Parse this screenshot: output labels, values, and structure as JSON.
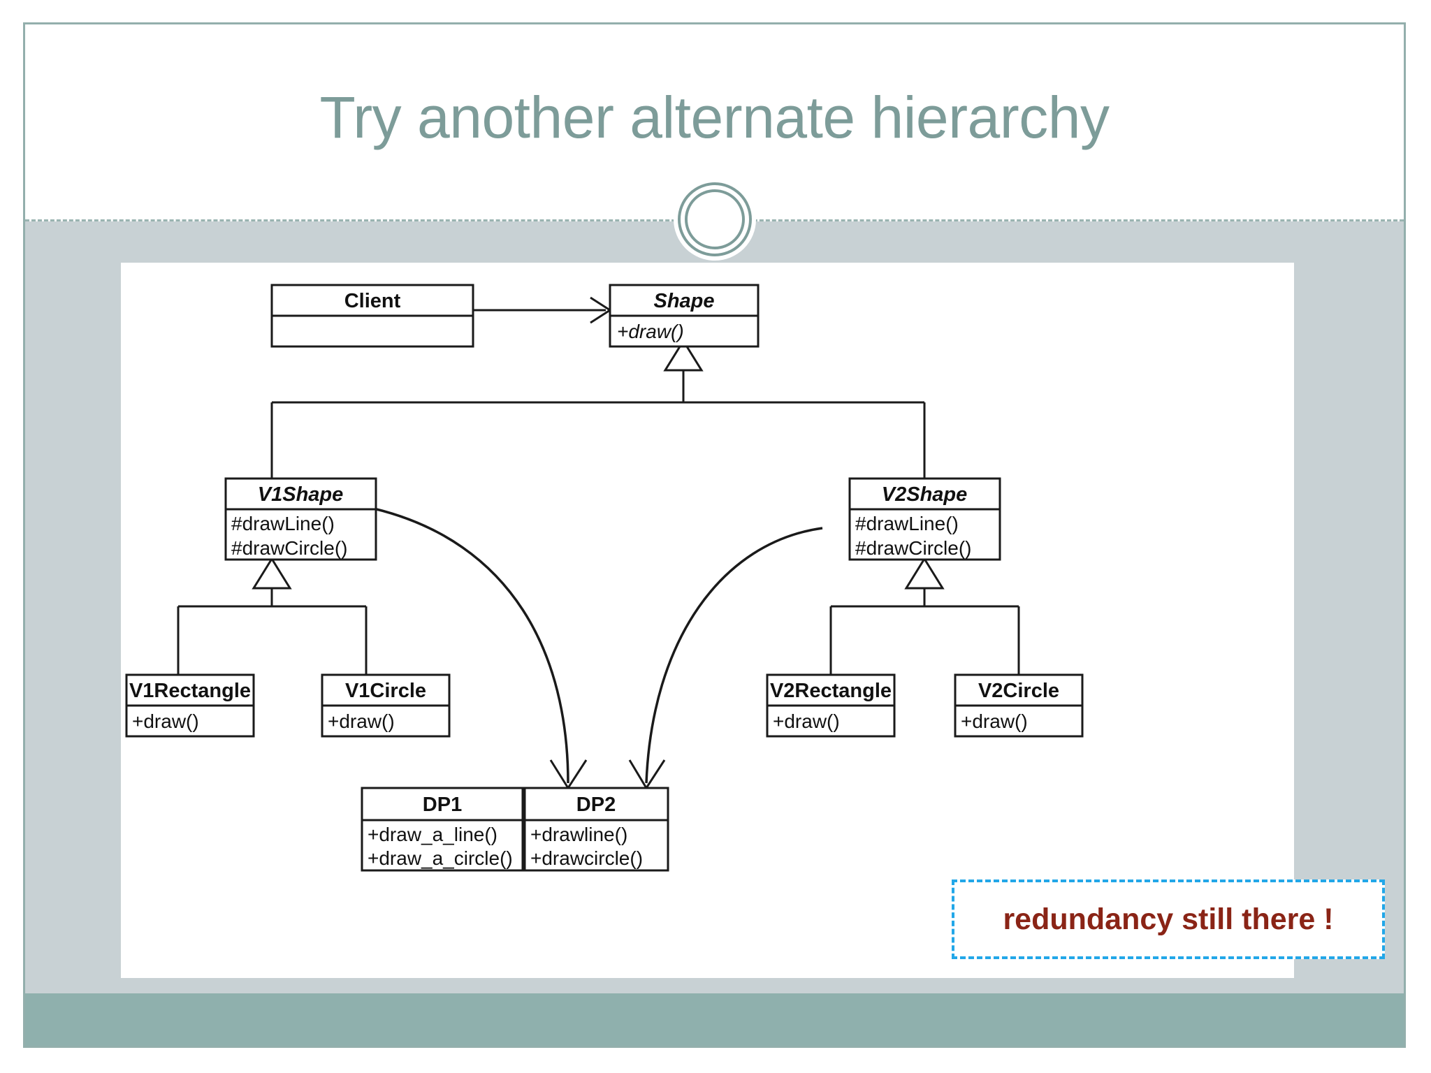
{
  "slide": {
    "title": "Try another alternate hierarchy",
    "title_color": "#7d9c99",
    "border_color": "#93afac",
    "body_band_color": "#c8d1d4",
    "footer_band_color": "#8fb0ad",
    "emblem": "double-ring-circle"
  },
  "annotation": {
    "text": "redundancy still there !",
    "text_color": "#8a2416",
    "border_color": "#22a7e8",
    "border_style": "dashed"
  },
  "diagram": {
    "type": "uml-class-diagram",
    "classes": [
      {
        "id": "client",
        "name": "Client",
        "abstract": false,
        "members": []
      },
      {
        "id": "shape",
        "name": "Shape",
        "abstract": true,
        "members": [
          "+draw()"
        ]
      },
      {
        "id": "v1shape",
        "name": "V1Shape",
        "abstract": true,
        "members": [
          "#drawLine()",
          "#drawCircle()"
        ]
      },
      {
        "id": "v2shape",
        "name": "V2Shape",
        "abstract": true,
        "members": [
          "#drawLine()",
          "#drawCircle()"
        ]
      },
      {
        "id": "v1rectangle",
        "name": "V1Rectangle",
        "abstract": false,
        "members": [
          "+draw()"
        ]
      },
      {
        "id": "v1circle",
        "name": "V1Circle",
        "abstract": false,
        "members": [
          "+draw()"
        ]
      },
      {
        "id": "v2rectangle",
        "name": "V2Rectangle",
        "abstract": false,
        "members": [
          "+draw()"
        ]
      },
      {
        "id": "v2circle",
        "name": "V2Circle",
        "abstract": false,
        "members": [
          "+draw()"
        ]
      },
      {
        "id": "dp1",
        "name": "DP1",
        "abstract": false,
        "members": [
          "+draw_a_line()",
          "+draw_a_circle()"
        ]
      },
      {
        "id": "dp2",
        "name": "DP2",
        "abstract": false,
        "members": [
          "+drawline()",
          "+drawcircle()"
        ]
      }
    ],
    "relations": [
      {
        "from": "client",
        "to": "shape",
        "kind": "association-arrow"
      },
      {
        "from": "v1shape",
        "to": "shape",
        "kind": "generalization"
      },
      {
        "from": "v2shape",
        "to": "shape",
        "kind": "generalization"
      },
      {
        "from": "v1rectangle",
        "to": "v1shape",
        "kind": "generalization"
      },
      {
        "from": "v1circle",
        "to": "v1shape",
        "kind": "generalization"
      },
      {
        "from": "v2rectangle",
        "to": "v2shape",
        "kind": "generalization"
      },
      {
        "from": "v2circle",
        "to": "v2shape",
        "kind": "generalization"
      },
      {
        "from": "v1shape",
        "to": "dp1",
        "kind": "dependency-arrow"
      },
      {
        "from": "v2shape",
        "to": "dp2",
        "kind": "dependency-arrow"
      }
    ]
  }
}
